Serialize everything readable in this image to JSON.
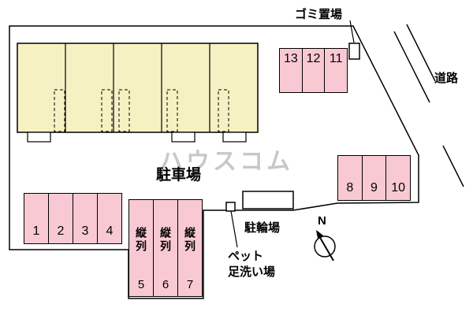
{
  "plan": {
    "watermark": "ハウスコム",
    "labels": {
      "parking_lot": "駐車場",
      "garbage": "ゴミ置場",
      "road": "道路",
      "bicycle": "駐輪場",
      "pet_wash_1": "ペット",
      "pet_wash_2": "足洗い場",
      "north": "N"
    },
    "stalls": {
      "top_right": [
        "13",
        "12",
        "11"
      ],
      "right": [
        "8",
        "9",
        "10"
      ],
      "bottom_left": [
        "1",
        "2",
        "3",
        "4"
      ],
      "tandem": [
        {
          "label": "縦列",
          "num": "5"
        },
        {
          "label": "縦列",
          "num": "6"
        },
        {
          "label": "縦列",
          "num": "7"
        }
      ]
    },
    "colors": {
      "building_fill": "#f6f1c3",
      "stall_fill": "#f9c9d3",
      "outline": "#000000",
      "watermark": "#8f9296"
    }
  }
}
